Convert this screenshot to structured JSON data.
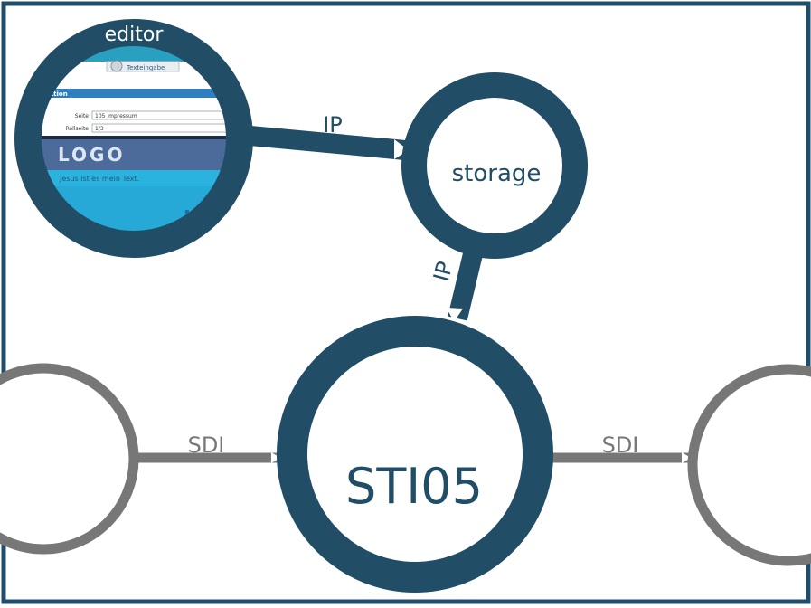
{
  "colors": {
    "frame": "#204e6a",
    "node": "#214e66",
    "grey": "#777777",
    "screen_bg": "#2bb3e0",
    "screen_band": "#4c6a9a"
  },
  "nodes": {
    "editor": {
      "label": "editor"
    },
    "storage": {
      "label": "storage"
    },
    "sti05": {
      "label": "STI05"
    }
  },
  "edges": {
    "editor_to_storage": {
      "label": "IP"
    },
    "storage_to_sti05": {
      "label": "IP"
    },
    "left_to_sti05": {
      "label": "SDI"
    },
    "sti05_to_right": {
      "label": "SDI"
    }
  },
  "editor_screen": {
    "tab_label": "Texteingabe",
    "panel_title": "edaktion",
    "field_page_label": "Seite",
    "field_page_value": "105 Impressum",
    "field_sub_label": "Rollseite",
    "field_sub_value": "1/3",
    "logo_text": "LOGO",
    "ticker_text": "Jesus ist es mein Text."
  }
}
